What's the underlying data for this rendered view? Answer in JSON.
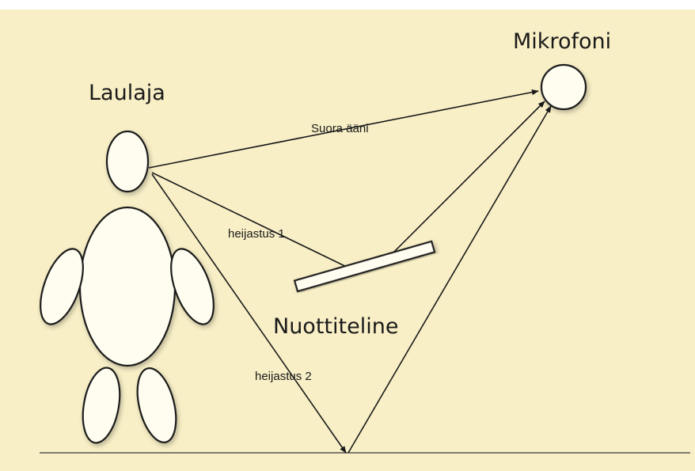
{
  "colors": {
    "background": "#f8efc6",
    "stroke": "#1a1a1a",
    "shape_fill": "#fffdf0"
  },
  "labels": {
    "singer": "Laulaja",
    "microphone": "Mikrofoni",
    "music_stand": "Nuottiteline",
    "direct_sound": "Suora ääni",
    "reflection_1": "heijastus 1",
    "reflection_2": "heijastus 2"
  }
}
